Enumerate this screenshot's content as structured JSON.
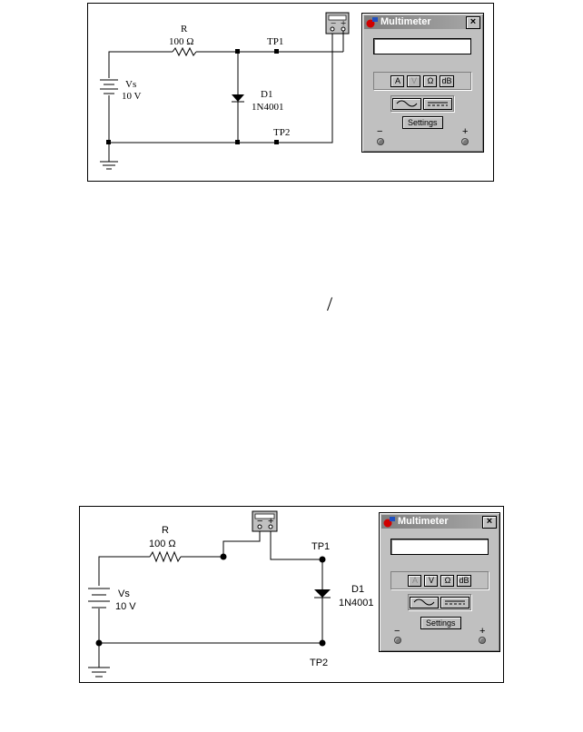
{
  "diagram1": {
    "resistor": {
      "name": "R",
      "value": "100 Ω"
    },
    "source": {
      "name": "Vs",
      "value": "10 V"
    },
    "diode": {
      "name": "D1",
      "part": "1N4001"
    },
    "tp1": "TP1",
    "tp2": "TP2",
    "multimeter": {
      "title": "Multimeter",
      "close": "×",
      "modes": [
        "A",
        "V",
        "Ω",
        "dB"
      ],
      "settings": "Settings",
      "minus": "−",
      "plus": "+",
      "meter_minus": "−",
      "meter_plus": "+"
    }
  },
  "separator_mark": "/",
  "diagram2": {
    "resistor": {
      "name": "R",
      "value": "100 Ω"
    },
    "source": {
      "name": "Vs",
      "value": "10 V"
    },
    "diode": {
      "name": "D1",
      "part": "1N4001"
    },
    "tp1": "TP1",
    "tp2": "TP2",
    "multimeter": {
      "title": "Multimeter",
      "close": "×",
      "modes": [
        "A",
        "V",
        "Ω",
        "dB"
      ],
      "settings": "Settings",
      "minus": "−",
      "plus": "+",
      "meter_minus": "−",
      "meter_plus": "+"
    }
  }
}
